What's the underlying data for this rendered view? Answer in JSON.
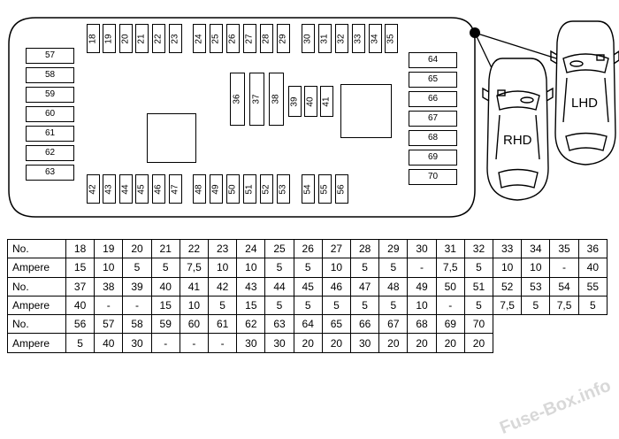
{
  "diagram": {
    "top_row": [
      "18",
      "19",
      "20",
      "21",
      "22",
      "23",
      "24",
      "25",
      "26",
      "27",
      "28",
      "29",
      "30",
      "31",
      "32",
      "33",
      "34",
      "35"
    ],
    "left_col": [
      "57",
      "58",
      "59",
      "60",
      "61",
      "62",
      "63"
    ],
    "right_col": [
      "64",
      "65",
      "66",
      "67",
      "68",
      "69",
      "70"
    ],
    "middle_tall": [
      "36",
      "37",
      "38"
    ],
    "middle_small": [
      "39",
      "40",
      "41"
    ],
    "bottom_row": [
      "42",
      "43",
      "44",
      "45",
      "46",
      "47",
      "48",
      "49",
      "50",
      "51",
      "52",
      "53",
      "54",
      "55",
      "56"
    ],
    "rhd_label": "RHD",
    "lhd_label": "LHD"
  },
  "table": {
    "rows": [
      {
        "header": "No.",
        "cells": [
          "18",
          "19",
          "20",
          "21",
          "22",
          "23",
          "24",
          "25",
          "26",
          "27",
          "28",
          "29",
          "30",
          "31",
          "32",
          "33",
          "34",
          "35",
          "36"
        ]
      },
      {
        "header": "Ampere",
        "cells": [
          "15",
          "10",
          "5",
          "5",
          "7,5",
          "10",
          "10",
          "5",
          "5",
          "10",
          "5",
          "5",
          "-",
          "7,5",
          "5",
          "10",
          "10",
          "-",
          "40"
        ]
      },
      {
        "header": "No.",
        "cells": [
          "37",
          "38",
          "39",
          "40",
          "41",
          "42",
          "43",
          "44",
          "45",
          "46",
          "47",
          "48",
          "49",
          "50",
          "51",
          "52",
          "53",
          "54",
          "55"
        ]
      },
      {
        "header": "Ampere",
        "cells": [
          "40",
          "-",
          "-",
          "15",
          "10",
          "5",
          "15",
          "5",
          "5",
          "5",
          "5",
          "5",
          "10",
          "-",
          "5",
          "7,5",
          "5",
          "7,5",
          "5"
        ]
      },
      {
        "header": "No.",
        "cells": [
          "56",
          "57",
          "58",
          "59",
          "60",
          "61",
          "62",
          "63",
          "64",
          "65",
          "66",
          "67",
          "68",
          "69",
          "70",
          "",
          "",
          "",
          ""
        ]
      },
      {
        "header": "Ampere",
        "cells": [
          "5",
          "40",
          "30",
          "-",
          "-",
          "-",
          "30",
          "30",
          "20",
          "20",
          "30",
          "20",
          "20",
          "20",
          "20",
          "",
          "",
          "",
          ""
        ]
      }
    ]
  },
  "watermark": "Fuse-Box.info",
  "colors": {
    "line": "#000000",
    "background": "#ffffff",
    "watermark": "#d8d8d8"
  }
}
